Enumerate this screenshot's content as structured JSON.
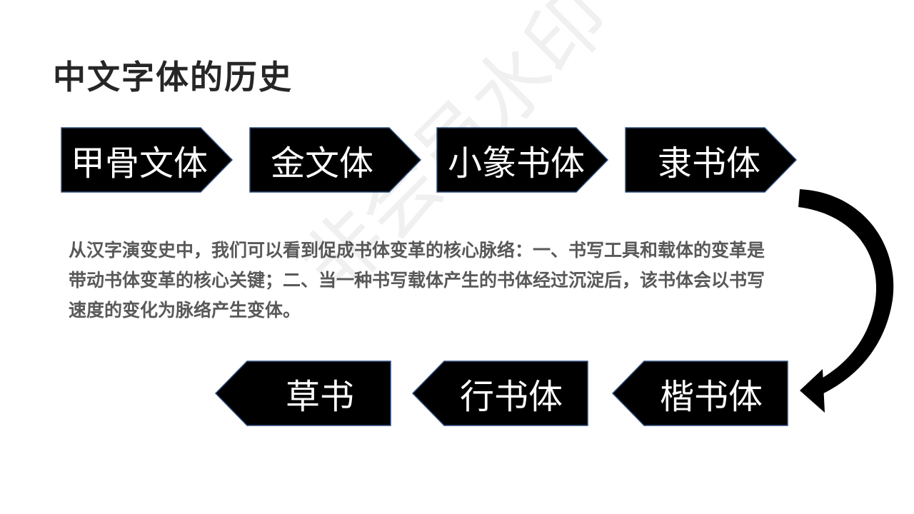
{
  "title": "中文字体的历史",
  "top_row": [
    {
      "label": "甲骨文体"
    },
    {
      "label": "金文体"
    },
    {
      "label": "小篆书体"
    },
    {
      "label": "隶书体"
    }
  ],
  "bottom_row": [
    {
      "label": "草书"
    },
    {
      "label": "行书体"
    },
    {
      "label": "楷书体"
    }
  ],
  "paragraph": "从汉字演变史中，我们可以看到促成书体变革的核心脉络：一、书写工具和载体的变革是带动书体变革的核心关键；二、当一种书写载体产生的书体经过沉淀后，该书体会以书写速度的变化为脉络产生变体。",
  "watermark": "非会员水印",
  "colors": {
    "shape_fill": "#000000",
    "shape_stroke": "#2f4f7f",
    "title": "#262626",
    "paragraph": "#595959"
  }
}
